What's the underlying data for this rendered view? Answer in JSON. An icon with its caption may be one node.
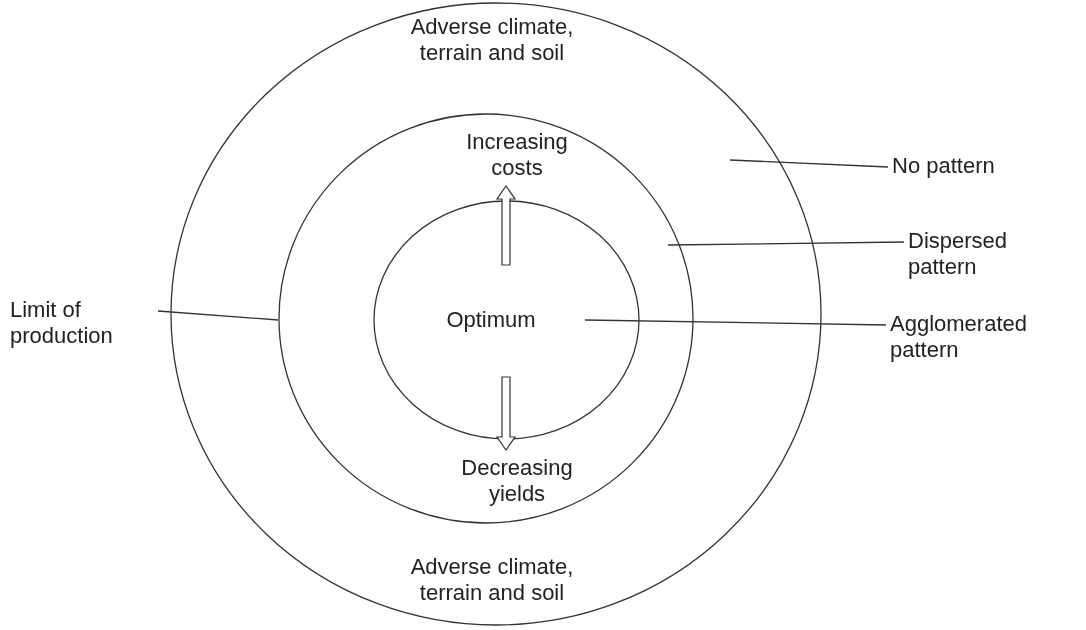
{
  "diagram": {
    "nodes": [
      {
        "text": [
          "Adverse climate, terrain and soil",
          "Adverse climate, terrain and soil"
        ]
      },
      {
        "text": [
          "Increasing costs",
          "Decreasing yields"
        ],
        "in": 0
      },
      {
        "text": [
          "Optimum"
        ],
        "in": 1
      },
      {
        "text": [
          "No pattern"
        ]
      },
      {
        "text": [
          "Dispersed pattern"
        ]
      },
      {
        "text": [
          "Limit of production"
        ]
      },
      {
        "text": [
          "Agglomerated pattern"
        ]
      }
    ],
    "edges": [
      {
        "from": 3,
        "to": 0,
        "arrow": "none"
      },
      {
        "from": 4,
        "to": 1,
        "arrow": "none"
      },
      {
        "from": 5,
        "to": 1,
        "arrow": "none"
      },
      {
        "from": 6,
        "to": 2,
        "arrow": "none"
      }
    ]
  }
}
